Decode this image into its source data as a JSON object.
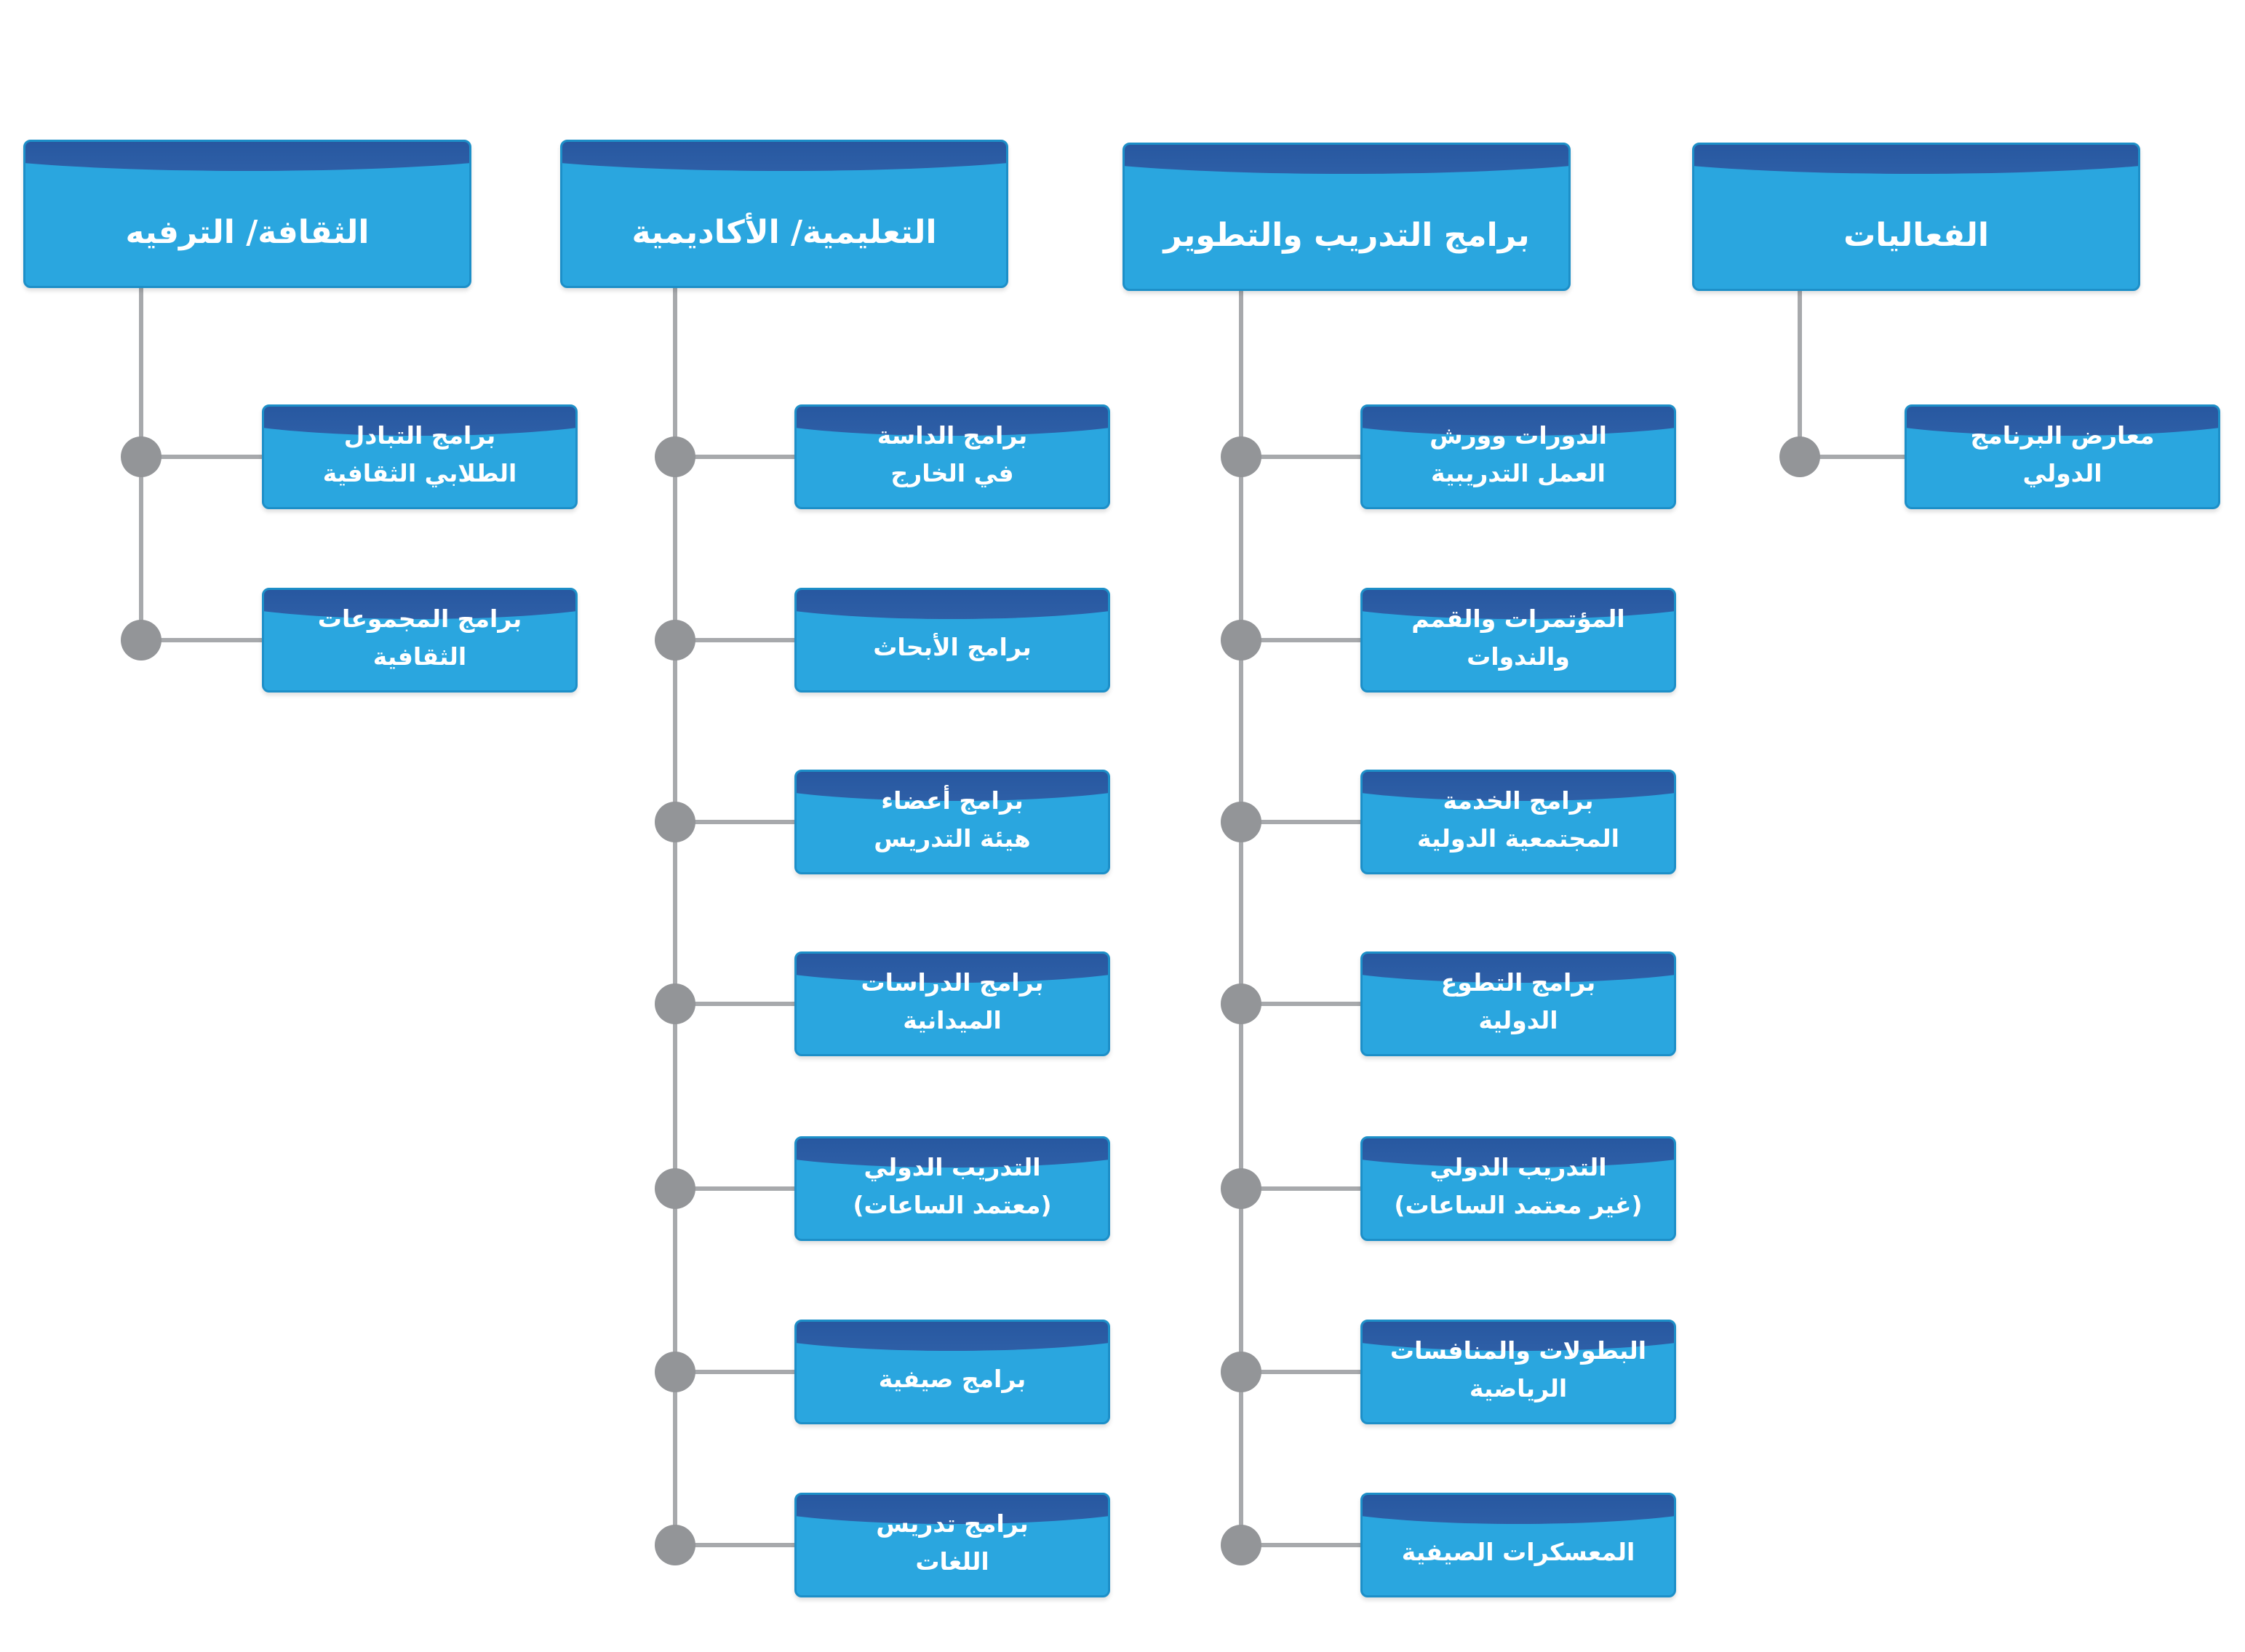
{
  "columns": [
    {
      "title": "الفعاليات",
      "items": [
        [
          "معارض البرنامج",
          "الدولي"
        ]
      ]
    },
    {
      "title": "برامج التدريب والتطوير",
      "items": [
        [
          "الدورات وورش",
          "العمل التدريبية"
        ],
        [
          "المؤتمرات والقمم",
          "والندوات"
        ],
        [
          "برامج الخدمة",
          "المجتمعية الدولية"
        ],
        [
          "برامج التطوع",
          "الدولية"
        ],
        [
          "التدريب الدولي",
          "(غير معتمد الساعات)"
        ],
        [
          "البطولات والمنافسات",
          "الرياضية"
        ],
        [
          "المعسكرات الصيفية"
        ]
      ]
    },
    {
      "title": "التعليمية/ الأكاديمية",
      "items": [
        [
          "برامج الداسة",
          "في الخارج"
        ],
        [
          "برامج الأبحاث"
        ],
        [
          "برامج أعضاء",
          "هيئة التدريس"
        ],
        [
          "برامج الدراسات",
          "الميدانية"
        ],
        [
          "التدريب الدولي",
          "(معتمد الساعات)"
        ],
        [
          "برامج صيفية"
        ],
        [
          "برامج تدريس",
          "اللغات"
        ]
      ]
    },
    {
      "title": "الثقافة/ الترفيه",
      "items": [
        [
          "برامج التبادل",
          "الطلابي الثقافية"
        ],
        [
          "برامج المجموعات",
          "الثقافية"
        ]
      ]
    }
  ],
  "colors": {
    "box_fill": "#2aa6df",
    "box_top": "#1d4d96",
    "box_border": "#1d8fc8",
    "connector": "#a7a9ac",
    "node": "#939598",
    "text": "#ffffff"
  }
}
